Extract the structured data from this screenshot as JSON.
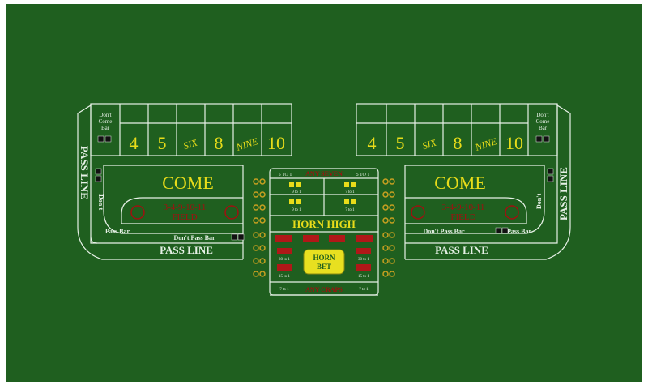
{
  "colors": {
    "felt": "#1f5f1f",
    "line": "#e6f0e6",
    "yellow": "#e8dc1a",
    "red": "#a01010",
    "dice_red": "#b01818",
    "horn_box": "#e8e020"
  },
  "left": {
    "dont_come_bar": [
      "Don't",
      "Come",
      "Bar"
    ],
    "numbers": [
      "4",
      "5",
      "SIX",
      "8",
      "NINE",
      "10"
    ],
    "come": "COME",
    "field": "3-4-9-10-11",
    "field_word": "FIELD",
    "dont_pass_bar": "Don't Pass Bar",
    "pass_bar": "Pass  Bar",
    "dont_pass_side": "Don't",
    "pass_line": "PASS LINE",
    "pass_line_side": "PASS LINE"
  },
  "right": {
    "dont_come_bar": [
      "Don't",
      "Come",
      "Bar"
    ],
    "numbers": [
      "4",
      "5",
      "SIX",
      "8",
      "NINE",
      "10"
    ],
    "come": "COME",
    "field": "3-4-9-10-11",
    "field_word": "FIELD",
    "dont_pass_bar": "Don't Pass Bar",
    "pass_bar": "Pass  Bar",
    "dont_pass_side": "Don't",
    "pass_line": "PASS LINE",
    "pass_line_side": "PASS LINE"
  },
  "center": {
    "top_left_odds": "5 TO 1",
    "top_center": "ANY SEVEN",
    "top_right_odds": "5 TO 1",
    "hard_ways_odds": [
      "9 to 1",
      "7 to 1",
      "9 to 1",
      "7 to 1"
    ],
    "horn_high": "HORN HIGH",
    "craps_odds": [
      "30 to 1",
      "30 to 1",
      "15 to 1",
      "15 to 1",
      "7 to 1",
      "7 to 1"
    ],
    "horn_bet": [
      "HORN",
      "BET"
    ],
    "bottom": "ANY CRAPS"
  }
}
